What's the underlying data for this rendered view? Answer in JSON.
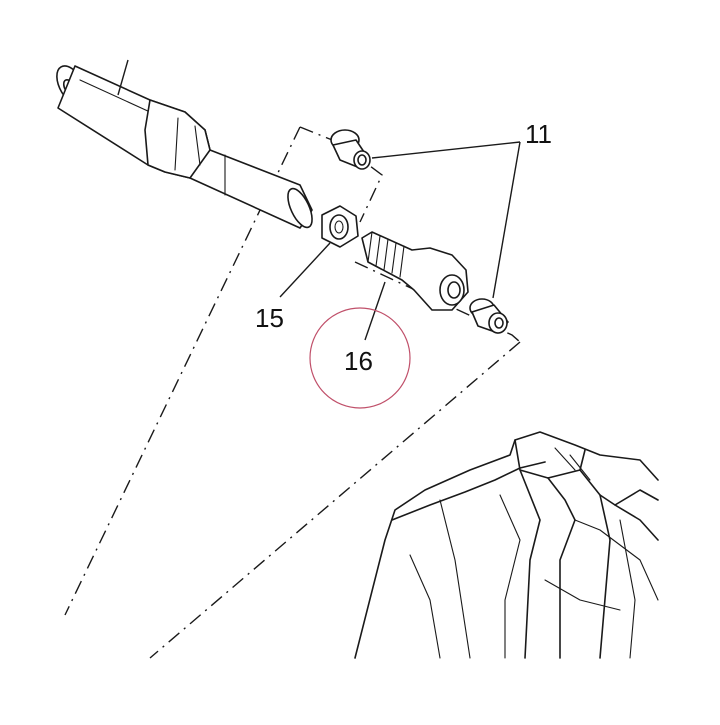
{
  "callouts": [
    {
      "id": "11",
      "label": "11"
    },
    {
      "id": "15",
      "label": "15"
    },
    {
      "id": "16",
      "label": "16"
    }
  ],
  "colors": {
    "line": "#1a1a1a",
    "highlight_circle": "#c0506a",
    "background": "#ffffff"
  }
}
